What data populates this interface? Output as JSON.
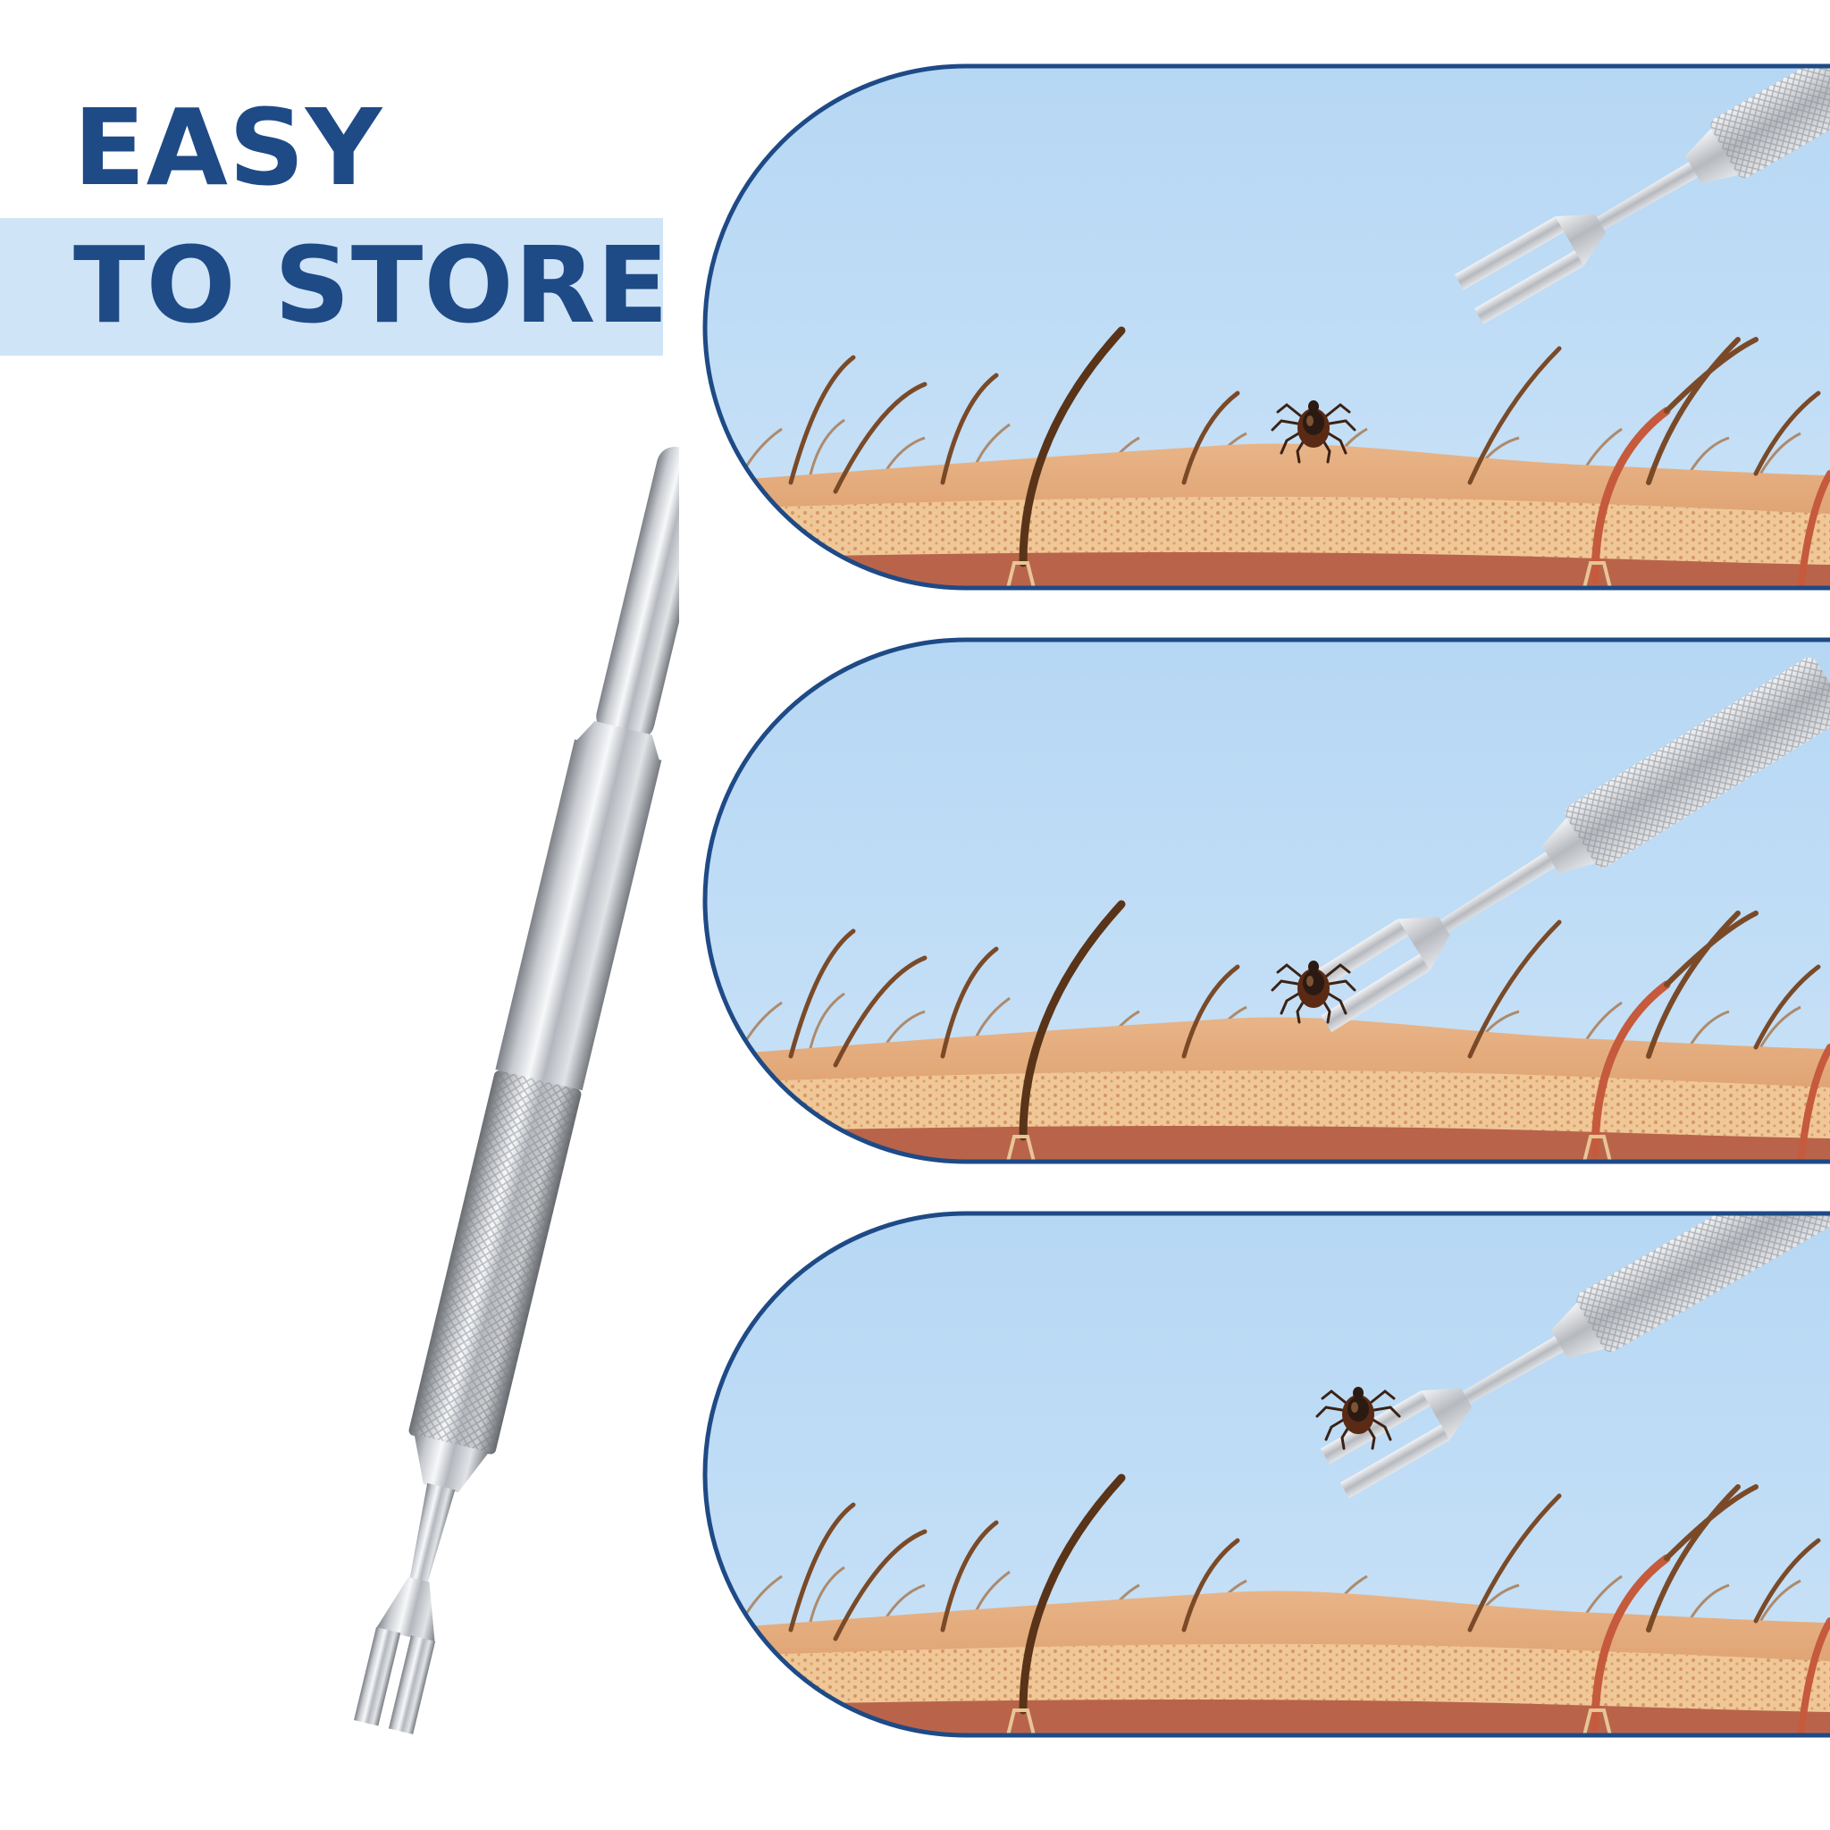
{
  "headline": {
    "line1": "EASY",
    "line2": "TO STORE"
  },
  "colors": {
    "title": "#1e4a86",
    "title_band": "#cfe4f7",
    "panel_sky": "#bfdcf5",
    "panel_border": "#1e4a86",
    "skin": "#e2a676",
    "steel": "#c9ccd1"
  },
  "icons": {
    "tool": "tick-removal-fork-tool",
    "tick": "tick-insect-icon",
    "hair": "hair-strand"
  },
  "panels": [
    {
      "step": "approach",
      "tick_in_fork": false
    },
    {
      "step": "hook-tick",
      "tick_in_fork": true
    },
    {
      "step": "lift-tick",
      "tick_in_fork": true
    }
  ]
}
